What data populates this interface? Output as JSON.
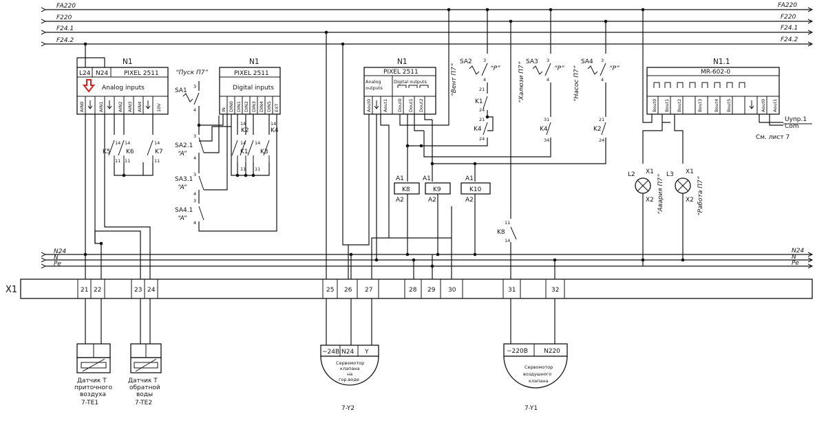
{
  "buses_top": {
    "left": [
      "FA220",
      "F220",
      "F24.1",
      "F24.2"
    ],
    "right": [
      "FA220",
      "F220",
      "F24.1",
      "F24.2"
    ]
  },
  "buses_bottom": {
    "left": [
      "N24",
      "N",
      "Pe"
    ],
    "right": [
      "N24",
      "N",
      "Pe"
    ]
  },
  "terminal_strip": {
    "name": "X1",
    "numbers": [
      "21",
      "22",
      "23",
      "24",
      "25",
      "26",
      "27",
      "28",
      "29",
      "30",
      "31",
      "32"
    ]
  },
  "controller_ai": {
    "ref": "N1",
    "supply": [
      "L24",
      "N24"
    ],
    "model": "PIXEL 2511",
    "section": "Analog inputs",
    "pins": [
      "AIN0",
      "AIN1",
      "AIN2",
      "AIN3",
      "AIN4",
      "10V"
    ],
    "contacts": [
      "K5",
      "K6",
      "K7"
    ],
    "contact_pins": [
      "14",
      "11"
    ],
    "arrow_color": "#d81e1e"
  },
  "controller_di": {
    "ref": "N1",
    "model": "PIXEL 2511",
    "section": "Digital inputs",
    "pins": [
      "IN",
      "DIN0",
      "DIN1",
      "DIN2",
      "DIN3",
      "DIN4",
      "DIN5",
      "EXT"
    ],
    "contacts": [
      "K1",
      "K2",
      "K3",
      "K4"
    ],
    "contact_pins": [
      "14",
      "11"
    ]
  },
  "switches_left": {
    "start_label": "“Пуск П7”",
    "sa1": "SA1",
    "sa21": "SA2.1",
    "sa31": "SA3.1",
    "sa41": "SA4.1",
    "mode_a": "“A”",
    "pins": [
      "3",
      "4"
    ]
  },
  "controller_out": {
    "ref": "N1",
    "model": "PIXEL 2511",
    "analog_section": "Analog outputs",
    "digital_section": "Digital outputs",
    "pins": [
      "Aout0",
      "Aout1",
      "Dout0",
      "Dout1",
      "Dout2"
    ]
  },
  "relays": {
    "names": [
      "K8",
      "K9",
      "K10"
    ],
    "a1": "A1",
    "a2": "A2",
    "k8_contact": "K8",
    "k8_pins": [
      "11",
      "14"
    ]
  },
  "switches_right": {
    "sa2": "SA2",
    "sa3": "SA3",
    "sa4": "SA4",
    "vent": "“Вент П7”",
    "blinds": "“Хaлюзи П7”",
    "pump": "“Насос П7”",
    "p": "“P”",
    "pins": [
      "3",
      "4"
    ],
    "contacts": [
      "K1",
      "K4",
      "K2"
    ],
    "contact_pins": [
      "21",
      "24",
      "31",
      "34"
    ]
  },
  "module_n11": {
    "ref": "N1.1",
    "model": "MR-602-0",
    "pins": [
      "Bout0",
      "Bout1",
      "Bout2",
      "Bout3",
      "Bout4",
      "Bout5",
      "Aout0",
      "Aout1"
    ],
    "control": "Uупр.1",
    "com": "Com",
    "see": "См. лист 7"
  },
  "lamps": {
    "l2": "L2",
    "l3": "L3",
    "x1": "X1",
    "x2": "X2",
    "alarm": "“Авария П7”",
    "work": "“Работа П7”"
  },
  "sensors": {
    "s1": [
      "Датчик  Т",
      "приточного",
      "воздуха"
    ],
    "s1_tag": "7-TE1",
    "s2": [
      "Датчик  Т",
      "обратной",
      "воды"
    ],
    "s2_tag": "7-TE2"
  },
  "servo_y2": {
    "terms": [
      "~24B",
      "N24",
      "Y"
    ],
    "text": [
      "Сервомотор",
      "клапана",
      "на",
      "гор.воде"
    ],
    "tag": "7-Y2"
  },
  "servo_y1": {
    "terms": [
      "~220B",
      "N220"
    ],
    "text": [
      "Сервомотор",
      "воздушного",
      "клапана"
    ],
    "tag": "7-Y1"
  }
}
